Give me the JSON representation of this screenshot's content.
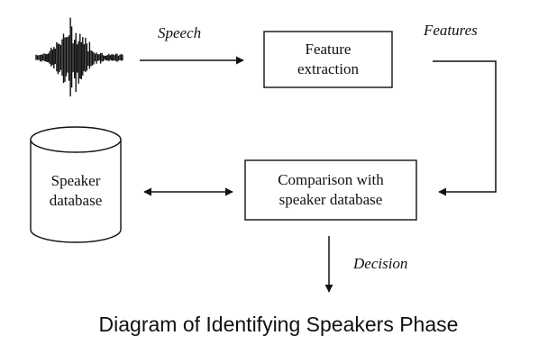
{
  "diagram": {
    "labels": {
      "speech": "Speech",
      "features": "Features",
      "decision": "Decision"
    },
    "nodes": {
      "feature_extraction": {
        "line1": "Feature",
        "line2": "extraction"
      },
      "comparison": {
        "line1": "Comparison with",
        "line2": "speaker database"
      },
      "speaker_database": {
        "line1": "Speaker",
        "line2": "database"
      }
    },
    "caption": "Diagram of Identifying Speakers Phase"
  }
}
